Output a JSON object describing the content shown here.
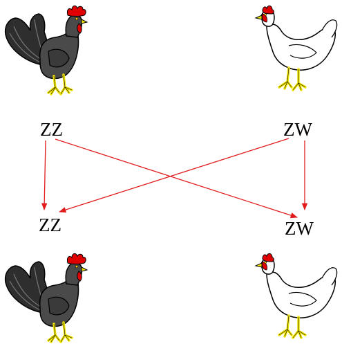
{
  "diagram": {
    "parents": {
      "male_genotype": "ZZ",
      "female_genotype": "ZW"
    },
    "offspring": {
      "male_genotype": "ZZ",
      "female_genotype": "ZW"
    },
    "colors": {
      "arrow": "#e11b1b",
      "rooster_body": "#4a4a4a",
      "rooster_tail": "#2e2e2e",
      "hen_body": "#ffffff",
      "comb": "#e00000",
      "legs": "#f2e600"
    },
    "icons": {
      "parent_male": "rooster-icon",
      "parent_female": "hen-icon",
      "offspring_male": "rooster-icon",
      "offspring_female": "hen-icon"
    }
  }
}
